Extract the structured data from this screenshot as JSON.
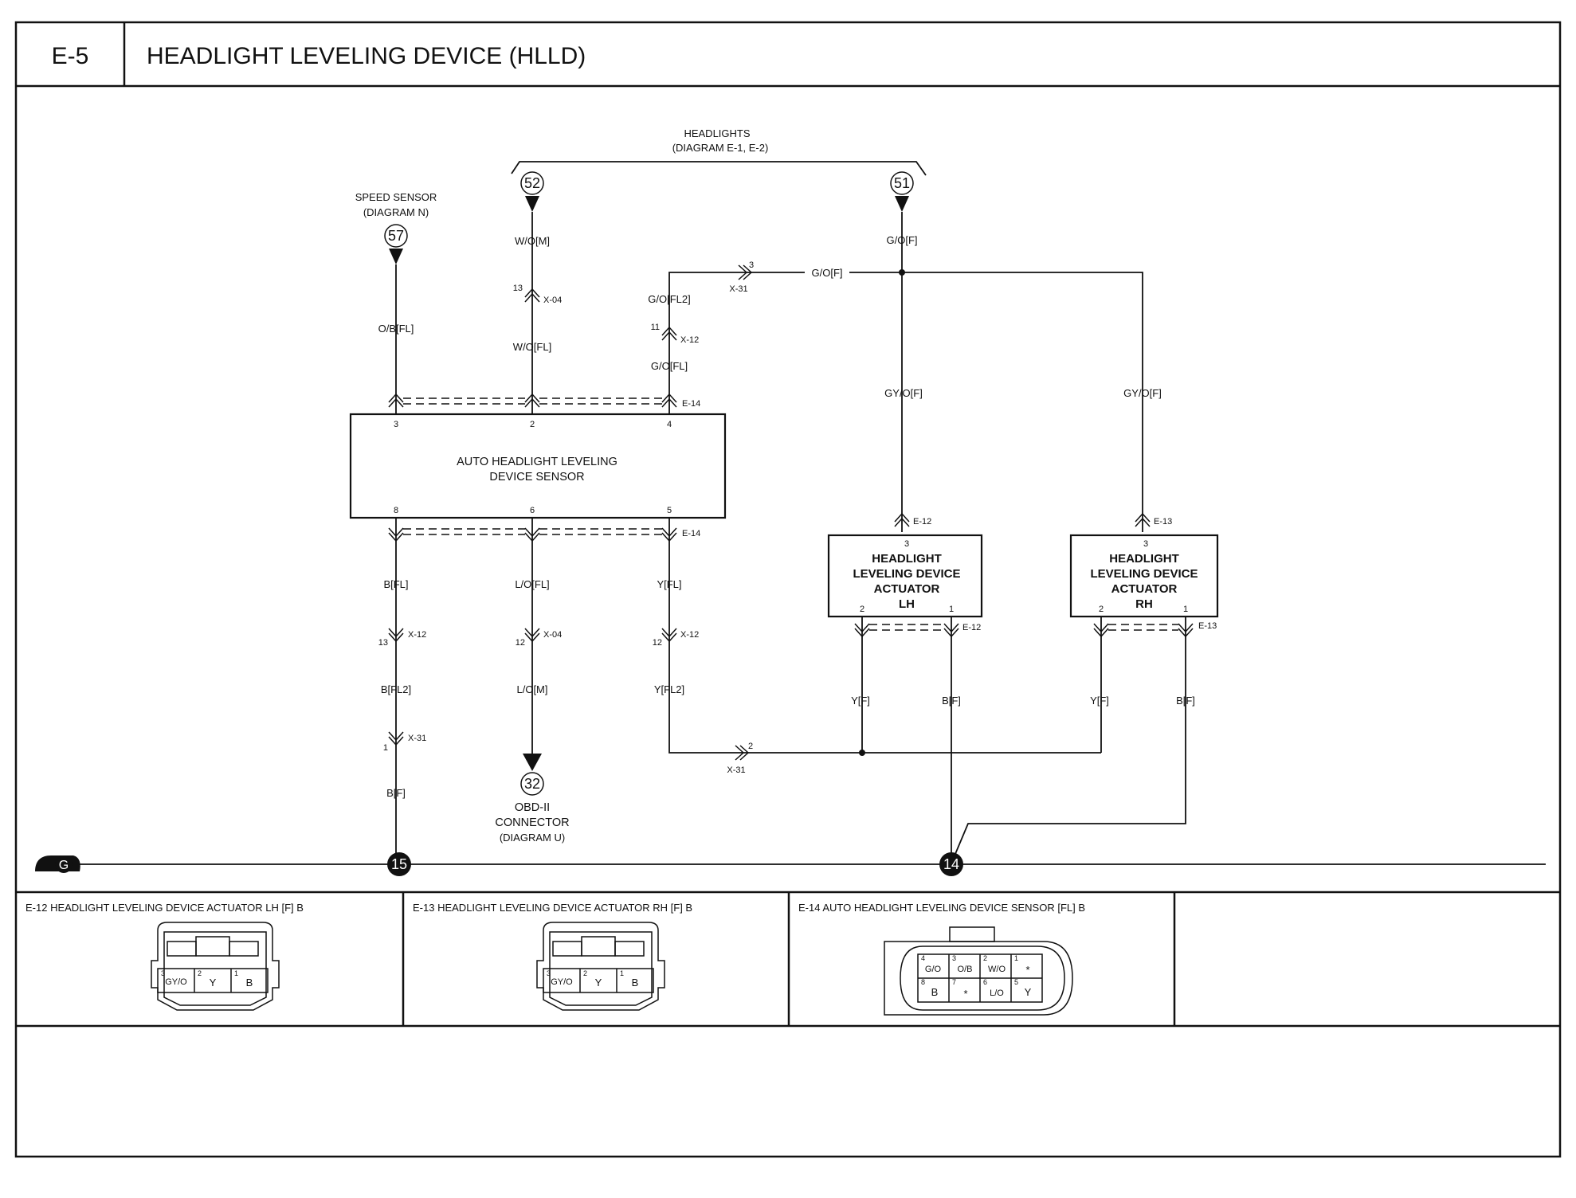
{
  "header": {
    "code": "E-5",
    "title": "HEADLIGHT LEVELING DEVICE (HLLD)"
  },
  "refs": {
    "headlights": {
      "line1": "HEADLIGHTS",
      "line2": "(DIAGRAM E-1, E-2)"
    },
    "speed_sensor": {
      "line1": "SPEED SENSOR",
      "line2": "(DIAGRAM N)"
    },
    "obd": {
      "line1": "OBD-II",
      "line2": "CONNECTOR",
      "line3": "(DIAGRAM U)"
    }
  },
  "nodes": {
    "n52": "52",
    "n51": "51",
    "n57": "57",
    "n32": "32",
    "g15": "15",
    "g14": "14",
    "ground": "G"
  },
  "wires": {
    "wom": "W/O[M]",
    "wofl": "W/O[FL]",
    "obfl": "O/B[FL]",
    "gof_top": "G/O[F]",
    "gof_branch": "G/O[F]",
    "gofl2": "G/O[FL2]",
    "gofl": "G/O[FL]",
    "gyof_lh": "GY/O[F]",
    "gyof_rh": "GY/O[F]",
    "bfl": "B[FL]",
    "lofl": "L/O[FL]",
    "yfl": "Y[FL]",
    "bfl2": "B[FL2]",
    "lom": "L/O[M]",
    "yfl2": "Y[FL2]",
    "bf": "B[F]",
    "yf_lh": "Y[F]",
    "bf_lh": "B[F]",
    "yf_rh": "Y[F]",
    "bf_rh": "B[F]"
  },
  "connectors": {
    "x04_top": "X-04",
    "x04_top_pin": "13",
    "x31_top": "X-31",
    "x31_top_pin": "3",
    "x12_top": "X-12",
    "x12_top_pin": "11",
    "e14_top": "E-14",
    "e14_bot": "E-14",
    "x12_a": "X-12",
    "x12_a_pin": "13",
    "x04_bot": "X-04",
    "x04_bot_pin": "12",
    "x12_b": "X-12",
    "x12_b_pin": "12",
    "x31_b": "X-31",
    "x31_b_pin": "1",
    "x31_c": "X-31",
    "x31_c_pin": "2",
    "e12_top": "E-12",
    "e13_top": "E-13",
    "e12_bot": "E-12",
    "e13_bot": "E-13"
  },
  "sensor": {
    "line1": "AUTO HEADLIGHT LEVELING",
    "line2": "DEVICE SENSOR",
    "pins_top": [
      "3",
      "2",
      "4"
    ],
    "pins_bottom": [
      "8",
      "6",
      "5"
    ]
  },
  "actuator_lh": {
    "line1": "HEADLIGHT",
    "line2": "LEVELING DEVICE",
    "line3": "ACTUATOR",
    "side": "LH",
    "pin_top": "3",
    "pin_l": "2",
    "pin_r": "1"
  },
  "actuator_rh": {
    "line1": "HEADLIGHT",
    "line2": "LEVELING DEVICE",
    "line3": "ACTUATOR",
    "side": "RH",
    "pin_top": "3",
    "pin_l": "2",
    "pin_r": "1"
  },
  "connector_panels": [
    {
      "caption": "E-12 HEADLIGHT LEVELING DEVICE ACTUATOR LH [F] B",
      "cells": [
        {
          "n": "3",
          "t": "GY/O"
        },
        {
          "n": "2",
          "t": "Y"
        },
        {
          "n": "1",
          "t": "B"
        }
      ]
    },
    {
      "caption": "E-13 HEADLIGHT LEVELING DEVICE ACTUATOR RH [F] B",
      "cells": [
        {
          "n": "3",
          "t": "GY/O"
        },
        {
          "n": "2",
          "t": "Y"
        },
        {
          "n": "1",
          "t": "B"
        }
      ]
    },
    {
      "caption": "E-14 AUTO HEADLIGHT LEVELING DEVICE SENSOR [FL] B",
      "cells": [
        {
          "n": "4",
          "t": "G/O"
        },
        {
          "n": "3",
          "t": "O/B"
        },
        {
          "n": "2",
          "t": "W/O"
        },
        {
          "n": "1",
          "t": "*"
        },
        {
          "n": "8",
          "t": "B"
        },
        {
          "n": "7",
          "t": "*"
        },
        {
          "n": "6",
          "t": "L/O"
        },
        {
          "n": "5",
          "t": "Y"
        }
      ]
    }
  ]
}
